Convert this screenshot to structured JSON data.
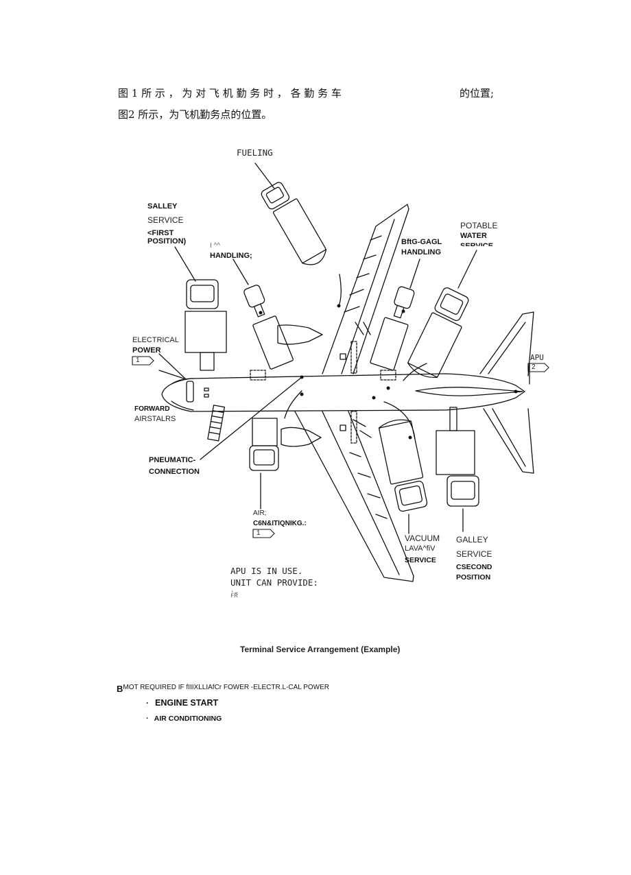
{
  "intro": {
    "line1_part1": "图 1 所 示 ， 为 对 飞 机 勤 务 时 ， 各 勤 务 车",
    "line1_part2": "的位置;",
    "line2": "图2 所示，为飞机勤务点的位置。"
  },
  "diagram": {
    "fueling": "FUELING",
    "galley_first": [
      "SALLEY",
      "SERVICE",
      "<FIRST",
      "POSITION)"
    ],
    "cargo_fwd": [
      "I       ^^",
      "HANDLING;"
    ],
    "cargo_aft": [
      "BftG-GAGL",
      "HANDLING"
    ],
    "potable_water": [
      "POTABLE",
      "WATER",
      "SERVICE"
    ],
    "electrical_power": [
      "ELECTRICAL",
      "POWER"
    ],
    "electrical_tag": "1",
    "apu": "APU",
    "apu_tag": "2",
    "forward_airstairs": [
      "FORWARD",
      "AIRSTALRS"
    ],
    "pneumatic": [
      "PNEUMATIC-",
      "CONNECTION"
    ],
    "air_conditioning": [
      "AIR;",
      "C6N&ITIQNIKG.:"
    ],
    "air_tag": "1",
    "vacuum_lavatory": [
      "VACUUM",
      "LAVA^fiV",
      "SERVICE"
    ],
    "galley_second": [
      "GALLEY",
      "SERVICE",
      "CSECOND",
      "POSITION"
    ],
    "notes": [
      "APU IS IN USE.",
      "UNIT CAN PROVIDE:",
      "                                 ",
      "'="
    ],
    "notes_fragment": "FR"
  },
  "caption": "Terminal Service Arrangement (Example)",
  "footnote": {
    "marker": "B",
    "text": "MOT REQUIRED IF fIIIXLLIAfCr FOWER -ELECTR.L-CAL POWER"
  },
  "bullets": [
    {
      "symbol": "·",
      "text": "ENGINE START"
    },
    {
      "symbol": "·",
      "text": "AIR CONDITIONING"
    }
  ]
}
